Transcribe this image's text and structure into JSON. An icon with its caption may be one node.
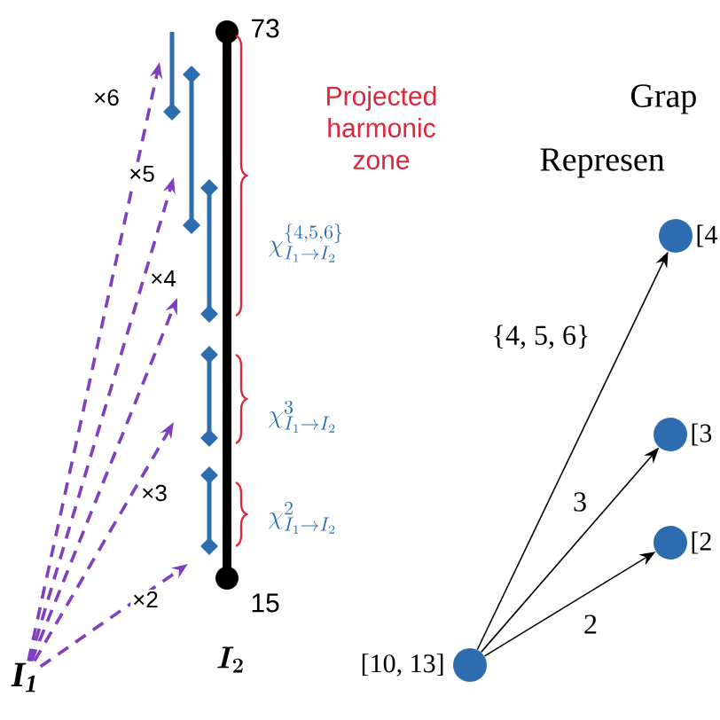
{
  "diagram": {
    "nodes": [
      {
        "text": [
          "I$_{1}$"
        ]
      },
      {
        "text": [],
        "shape": "circle",
        "beside": [
          "[4"
        ]
      },
      {
        "text": [],
        "shape": "circle",
        "beside": [
          "[3"
        ]
      },
      {
        "text": [],
        "shape": "circle",
        "beside": [
          "[2"
        ]
      },
      {
        "text": [],
        "shape": "circle",
        "beside": [
          "[10, 13]"
        ]
      }
    ],
    "edges": [
      {
        "from": 0,
        "to": null,
        "arrow": "to",
        "label": "×6",
        "style": "dashed",
        "color": "#7f3fbf"
      },
      {
        "from": 0,
        "to": null,
        "arrow": "to",
        "label": "×5",
        "style": "dashed",
        "color": "#7f3fbf"
      },
      {
        "from": 0,
        "to": null,
        "arrow": "to",
        "label": "×4",
        "style": "dashed",
        "color": "#7f3fbf"
      },
      {
        "from": 0,
        "to": null,
        "arrow": "to",
        "label": "×3",
        "style": "dashed",
        "color": "#7f3fbf"
      },
      {
        "from": 0,
        "to": null,
        "arrow": "to",
        "label": "×2",
        "style": "dashed",
        "color": "#7f3fbf"
      },
      {
        "from": 4,
        "to": 1,
        "arrow": "to",
        "label": "{4, 5, 6}",
        "color": "#000000"
      },
      {
        "from": 4,
        "to": 2,
        "arrow": "to",
        "label": "3",
        "color": "#000000"
      },
      {
        "from": 4,
        "to": 3,
        "arrow": "to",
        "label": "2",
        "color": "#000000"
      }
    ],
    "labels": [
      "73",
      "Projected harmonic zone",
      "\\chi^{\\{4,5,6\\}}_{I_1\\rightarrow I_2}",
      "\\chi^{3}_{I_1\\rightarrow I_2}",
      "\\chi^{2}_{I_1\\rightarrow I_2}",
      "15",
      "I_2",
      "Grap",
      "Represen"
    ]
  }
}
